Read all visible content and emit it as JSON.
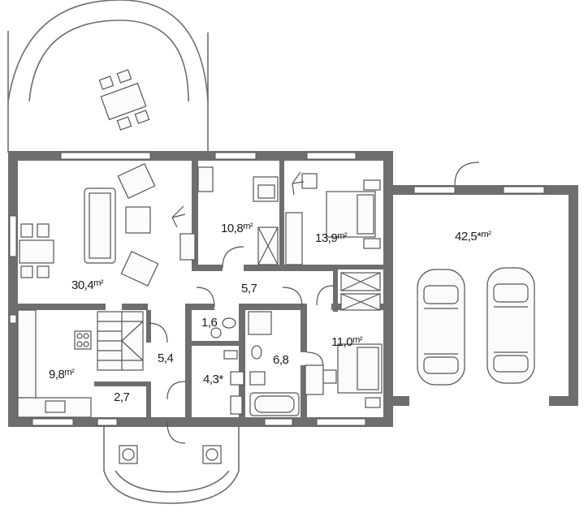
{
  "rooms": [
    {
      "id": "living",
      "area": "30,4",
      "unit": "m²"
    },
    {
      "id": "bedroom-1",
      "area": "10,8",
      "unit": "m²"
    },
    {
      "id": "bedroom-2",
      "area": "13,9",
      "unit": "m²"
    },
    {
      "id": "garage",
      "area": "42,5*",
      "unit": "m²"
    },
    {
      "id": "hall",
      "area": "5,7",
      "unit": ""
    },
    {
      "id": "kitchen",
      "area": "9,8",
      "unit": "m²"
    },
    {
      "id": "wc",
      "area": "1,6",
      "unit": ""
    },
    {
      "id": "entrance",
      "area": "5,4",
      "unit": ""
    },
    {
      "id": "bath-small",
      "area": "4,3*",
      "unit": ""
    },
    {
      "id": "bathroom",
      "area": "6,8",
      "unit": ""
    },
    {
      "id": "bedroom-3",
      "area": "11,0",
      "unit": "m²"
    },
    {
      "id": "vestibule",
      "area": "2,7",
      "unit": ""
    }
  ],
  "icons": {
    "car": "car-icon",
    "plant": "plant-icon"
  }
}
